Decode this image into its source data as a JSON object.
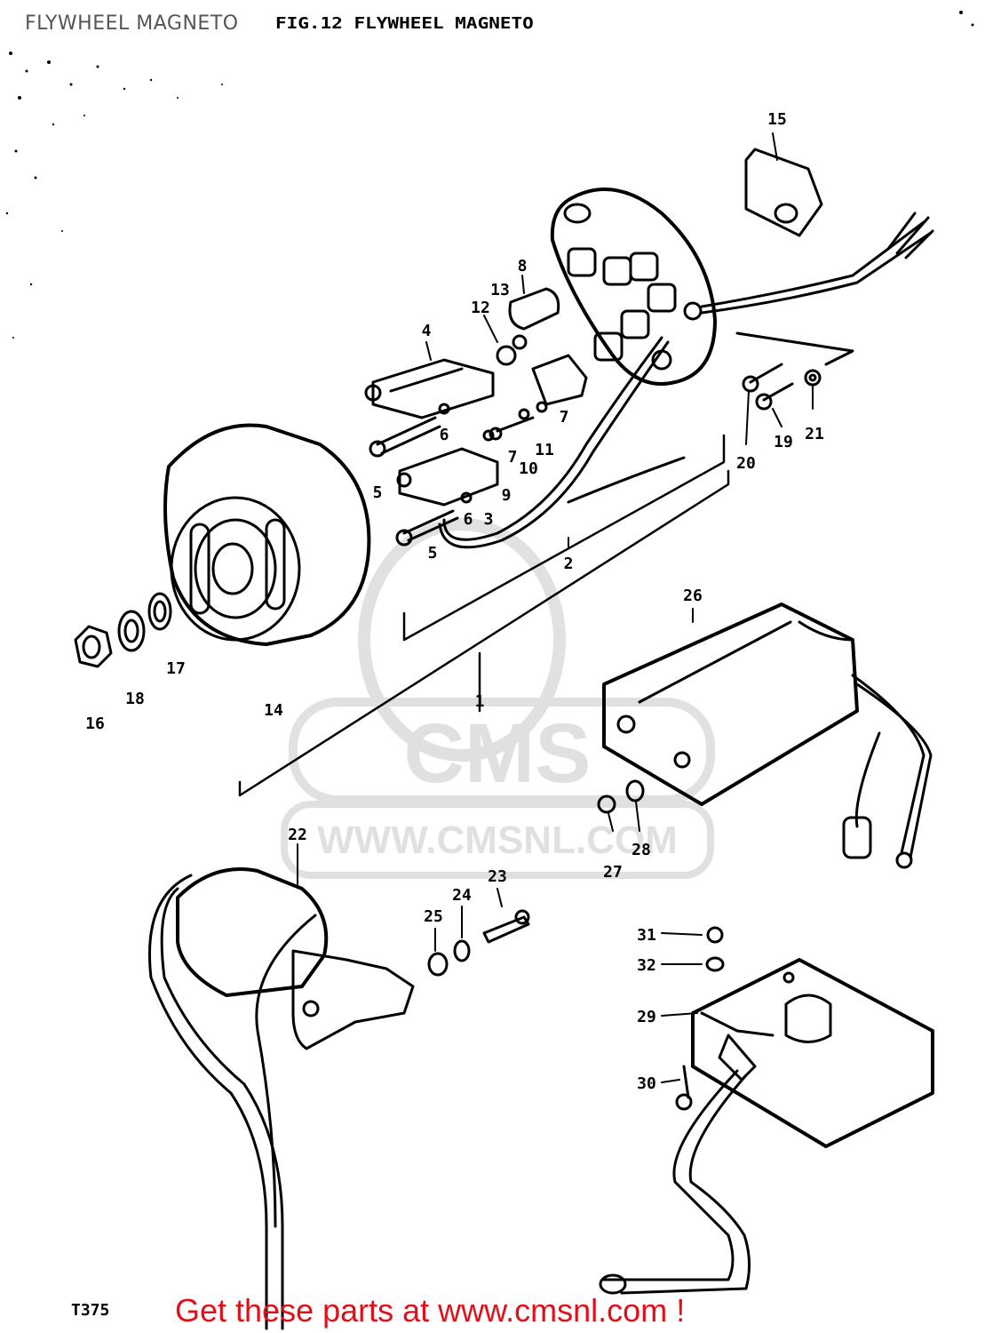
{
  "header": {
    "plain_title": "FLYWHEEL MAGNETO",
    "fig_title": "FIG.12  FLYWHEEL MAGNETO"
  },
  "watermark": {
    "logo_text": "CMS",
    "url_text": "WWW.CMSNL.COM"
  },
  "callouts": [
    "1",
    "2",
    "3",
    "4",
    "5",
    "5",
    "6",
    "6",
    "7",
    "7",
    "8",
    "9",
    "10",
    "11",
    "12",
    "13",
    "14",
    "15",
    "16",
    "17",
    "18",
    "19",
    "20",
    "21",
    "22",
    "23",
    "24",
    "25",
    "26",
    "27",
    "28",
    "29",
    "30",
    "31",
    "32"
  ],
  "page_code": "T375",
  "footer": {
    "cta": "Get these parts at www.cmsnl.com !",
    "link_color": "#e0101a"
  }
}
